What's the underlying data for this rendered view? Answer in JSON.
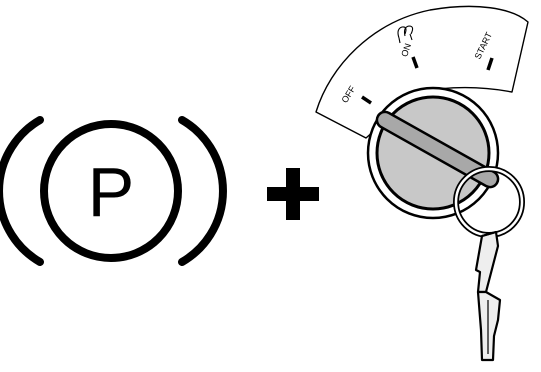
{
  "parking_brake": {
    "icon": "parking-brake-icon",
    "letter": "P"
  },
  "operator": {
    "icon": "plus-icon"
  },
  "ignition": {
    "icon": "ignition-switch-icon",
    "positions": {
      "off": "OFF",
      "on": "ON",
      "start": "START"
    },
    "on_symbol_icon": "glow-plug-icon",
    "key_icon": "key-icon"
  },
  "colors": {
    "line": "#000000",
    "cylinder": "#c8c8c8",
    "key_slot": "#a8a8a8",
    "key": "#eeeeee"
  }
}
